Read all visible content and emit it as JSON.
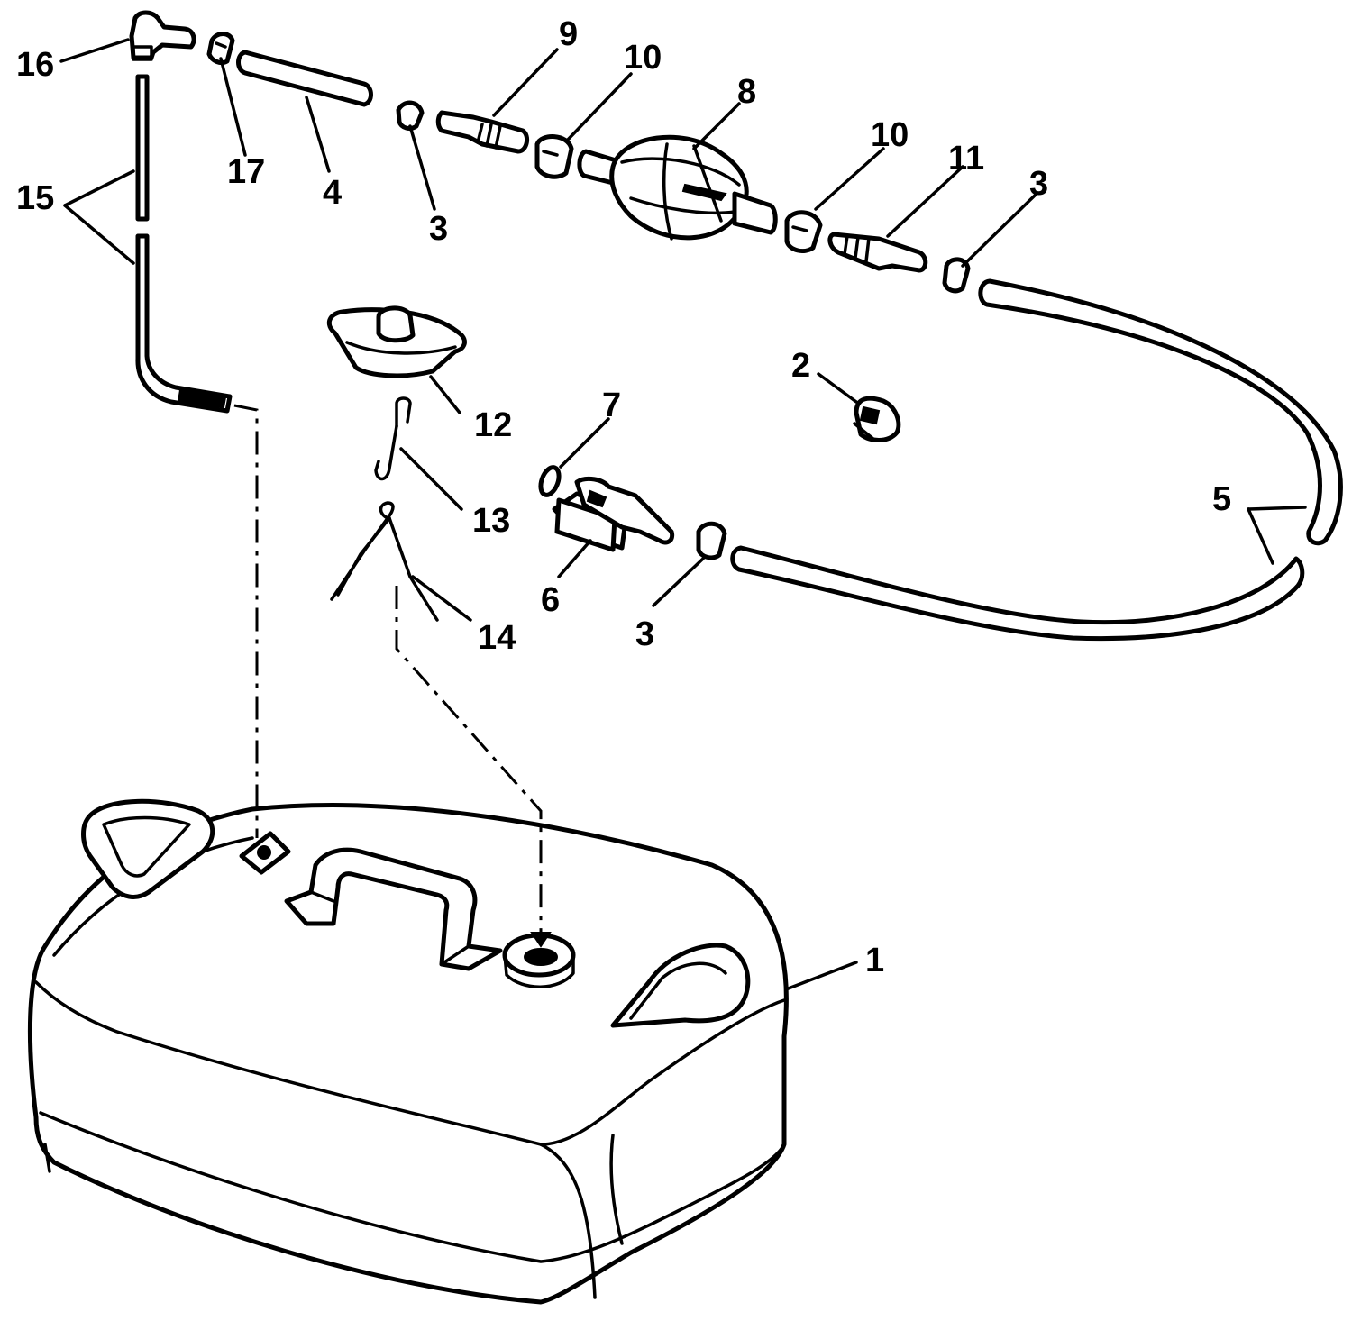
{
  "diagram": {
    "callouts": [
      {
        "id": "c16",
        "text": "16"
      },
      {
        "id": "c17",
        "text": "17"
      },
      {
        "id": "c4",
        "text": "4"
      },
      {
        "id": "c3a",
        "text": "3"
      },
      {
        "id": "c9",
        "text": "9"
      },
      {
        "id": "c10a",
        "text": "10"
      },
      {
        "id": "c8",
        "text": "8"
      },
      {
        "id": "c10b",
        "text": "10"
      },
      {
        "id": "c11",
        "text": "11"
      },
      {
        "id": "c3b",
        "text": "3"
      },
      {
        "id": "c15",
        "text": "15"
      },
      {
        "id": "c12",
        "text": "12"
      },
      {
        "id": "c2",
        "text": "2"
      },
      {
        "id": "c7",
        "text": "7"
      },
      {
        "id": "c13",
        "text": "13"
      },
      {
        "id": "c5",
        "text": "5"
      },
      {
        "id": "c6",
        "text": "6"
      },
      {
        "id": "c3c",
        "text": "3"
      },
      {
        "id": "c14",
        "text": "14"
      },
      {
        "id": "c1",
        "text": "1"
      }
    ]
  }
}
